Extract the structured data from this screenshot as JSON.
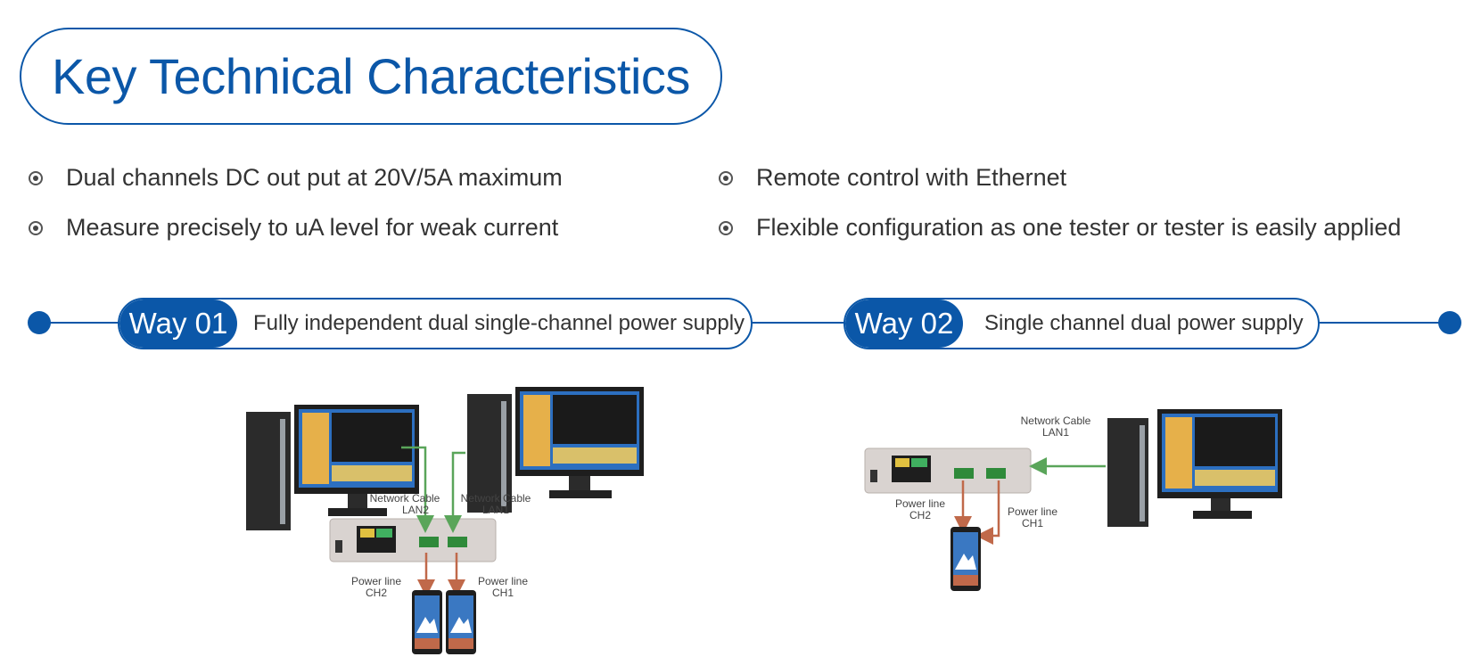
{
  "title": "Key Technical Characteristics",
  "bullets": [
    "Dual channels DC out put at 20V/5A maximum",
    "Measure precisely to uA level for weak current",
    "Remote control with Ethernet",
    "Flexible configuration as one tester or tester is easily applied"
  ],
  "ways": [
    {
      "label": "Way 01",
      "description": "Fully independent dual single-channel power supply"
    },
    {
      "label": "Way 02",
      "description": "Single channel dual power supply"
    }
  ],
  "diagram1": {
    "net_left": "Network Cable",
    "lan_left": "LAN2",
    "net_right": "Network Cable",
    "lan_right": "LAN1",
    "power_left": "Power line",
    "ch_left": "CH2",
    "power_right": "Power line",
    "ch_right": "CH1"
  },
  "diagram2": {
    "net": "Network Cable",
    "lan": "LAN1",
    "power_left": "Power line",
    "ch_left": "CH2",
    "power_right": "Power line",
    "ch_right": "CH1"
  },
  "colors": {
    "primary": "#0b57a8",
    "network_cable": "#5aa55a",
    "power_line": "#c0694a"
  }
}
